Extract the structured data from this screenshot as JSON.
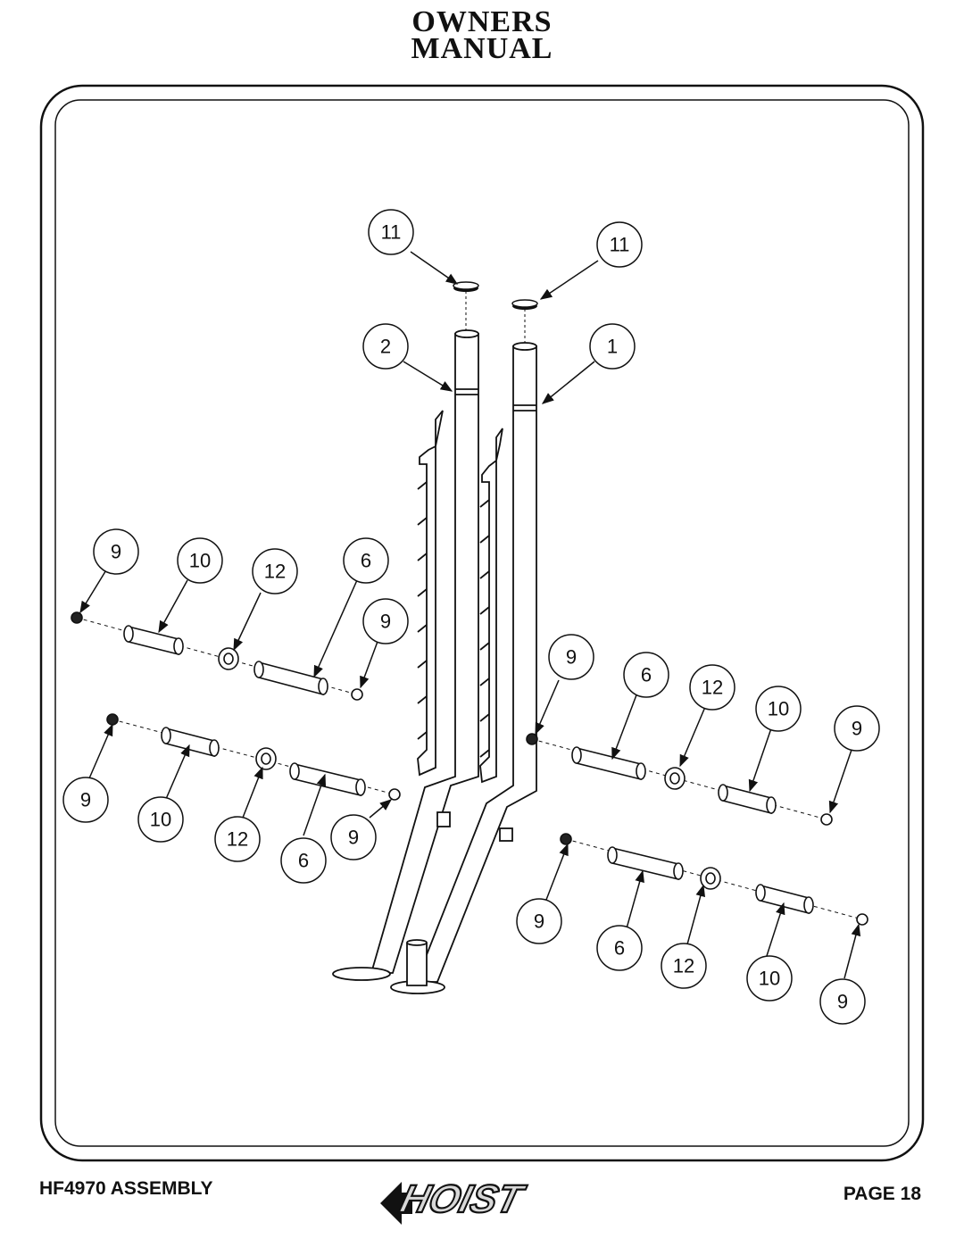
{
  "header": {
    "line1": "OWNERS",
    "line2": "MANUAL"
  },
  "diagram": {
    "callouts": {
      "c1": "11",
      "c2": "11",
      "c3": "2",
      "c4": "1",
      "c5": "9",
      "c6": "10",
      "c7": "12",
      "c8": "6",
      "c9": "9",
      "c10": "9",
      "c11": "10",
      "c12": "12",
      "c13": "6",
      "c14": "9",
      "c15": "9",
      "c16": "6",
      "c17": "12",
      "c18": "10",
      "c19": "9",
      "c20": "9",
      "c21": "6",
      "c22": "12",
      "c23": "10",
      "c24": "9"
    }
  },
  "footer": {
    "left": "HF4970 ASSEMBLY",
    "logo": "HOIST",
    "right": "PAGE 18"
  }
}
